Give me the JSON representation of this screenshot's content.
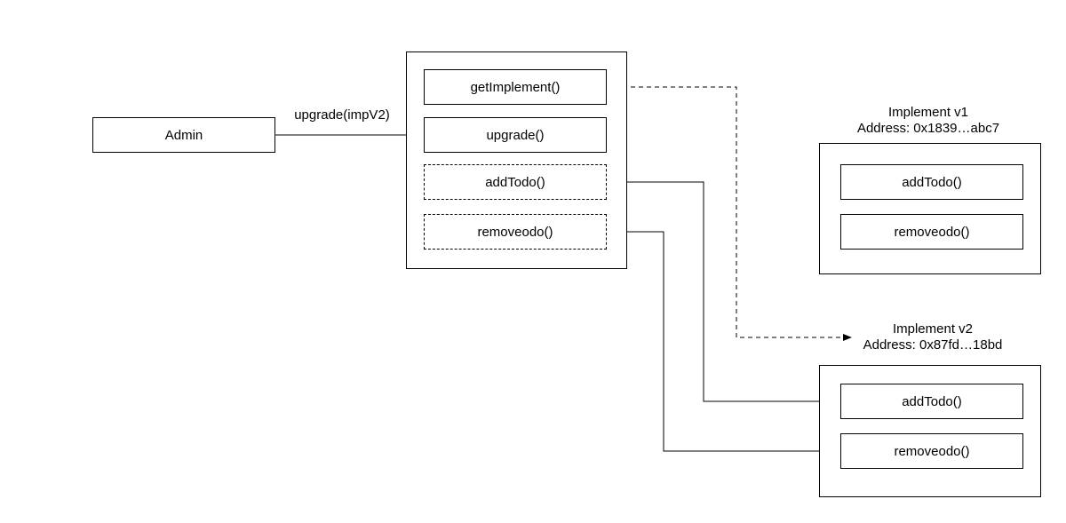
{
  "admin": {
    "label": "Admin"
  },
  "edge_label": "upgrade(impV2)",
  "proxy": {
    "methods": [
      {
        "label": "getImplement()",
        "style": "solid"
      },
      {
        "label": "upgrade()",
        "style": "solid"
      },
      {
        "label": "addTodo()",
        "style": "dashed"
      },
      {
        "label": "removeodo()",
        "style": "dashed"
      }
    ]
  },
  "impl_v1": {
    "title": "Implement v1",
    "address": "Address: 0x1839…abc7",
    "methods": [
      "addTodo()",
      "removeodo()"
    ]
  },
  "impl_v2": {
    "title": "Implement v2",
    "address": "Address: 0x87fd…18bd",
    "methods": [
      "addTodo()",
      "removeodo()"
    ]
  }
}
